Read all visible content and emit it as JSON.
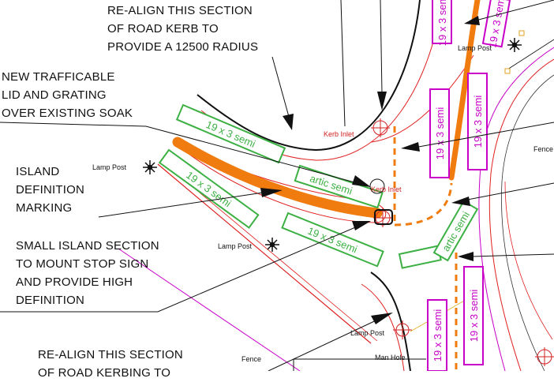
{
  "annotations": {
    "realign_top": [
      "RE-ALIGN THIS SECTION",
      "OF ROAD KERB TO",
      "PROVIDE A 12500 RADIUS"
    ],
    "lid_grating": [
      "NEW TRAFFICABLE",
      "LID AND GRATING",
      "OVER EXISTING SOAK"
    ],
    "island_marking": [
      "ISLAND",
      "DEFINITION",
      "MARKING"
    ],
    "small_island": [
      "SMALL ISLAND SECTION",
      "TO MOUNT STOP SIGN",
      "AND PROVIDE HIGH",
      "DEFINITION"
    ],
    "realign_bottom": [
      "RE-ALIGN THIS SECTION",
      "OF ROAD KERBING TO"
    ]
  },
  "labels": {
    "lamp_post": "Lamp Post",
    "kerb_inlet": "Kerb Inlet",
    "fence": "Fence",
    "man_hole": "Man Hole"
  },
  "vehicles": {
    "semi": "19 x 3 semi",
    "artic": "artic semi"
  },
  "colors": {
    "green_vehicle": "#3cb043",
    "magenta_vehicle": "#c800c8",
    "orange_marking": "#f07c10",
    "red_line": "#e02020",
    "leader": "#111111"
  }
}
